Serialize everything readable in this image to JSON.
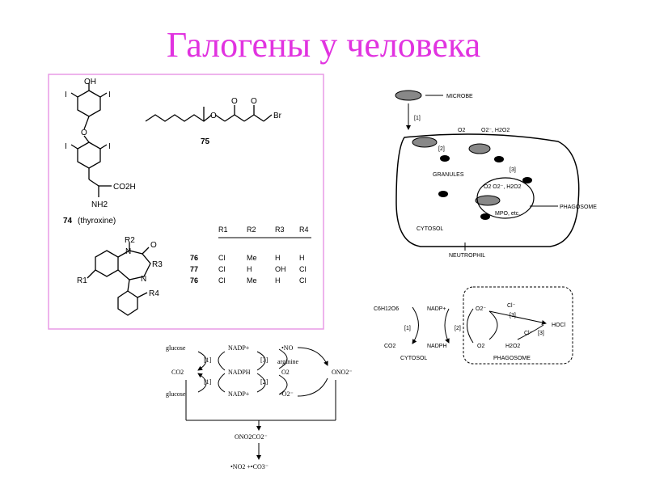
{
  "title": "Галогены у человека",
  "structures": {
    "thyroxine": {
      "oh": "OH",
      "i": "I",
      "o": "O",
      "cooh": "CO2H",
      "nh2": "NH2",
      "label_num": "74",
      "label_name": "(thyroxine)"
    },
    "bromo": {
      "br": "Br",
      "o": "O",
      "label": "75"
    },
    "benzo": {
      "r1": "R1",
      "r2": "R2",
      "r3": "R3",
      "r4": "R4",
      "n": "N",
      "o": "O"
    },
    "table": {
      "headers": [
        "R1",
        "R2",
        "R3",
        "R4"
      ],
      "rows": [
        [
          "76",
          "Cl",
          "Me",
          "H",
          "H"
        ],
        [
          "77",
          "Cl",
          "H",
          "OH",
          "Cl"
        ],
        [
          "76",
          "Cl",
          "Me",
          "H",
          "Cl"
        ]
      ]
    }
  },
  "neutrophil": {
    "microbe": "MICROBE",
    "step1": "[1]",
    "step2": "[2]",
    "step3": "[3]",
    "o2": "O2",
    "o2_h2o2": "O2⁻, H2O2",
    "granules": "GRANULES",
    "o2_h2o2_inner": "O2  O2⁻, H2O2",
    "mpo": "MPO, etc.",
    "phagosome": "PHAGOSOME",
    "cytosol": "CYTOSOL",
    "neutrophil": "NEUTROPHIL"
  },
  "phagosome_scheme": {
    "glucose": "C6H12O6",
    "nadp": "NADP+",
    "nadph": "NADPH",
    "co2": "CO2",
    "step1": "[1]",
    "step2": "[2]",
    "step3": "[3]",
    "superoxide": "O2⁻",
    "o2": "O2",
    "cl": "Cl⁻",
    "hocl": "HOCl",
    "h2o2": "H2O2",
    "cytosol": "CYTOSOL",
    "phagosome": "PHAGOSOME"
  },
  "no_scheme": {
    "glucose": "glucose",
    "nadp": "NADP+",
    "nadph": "NADPH",
    "co2": "CO2",
    "no": "•NO",
    "arginine": "arginine",
    "o2": "O2",
    "superoxide": "•O2⁻",
    "onoo": "ONO2⁻",
    "step1": "[1]",
    "step2": "[2]",
    "step3": "[3]",
    "onoo_co2": "ONO2CO2⁻",
    "products": "•NO2 +•CO3⁻"
  }
}
